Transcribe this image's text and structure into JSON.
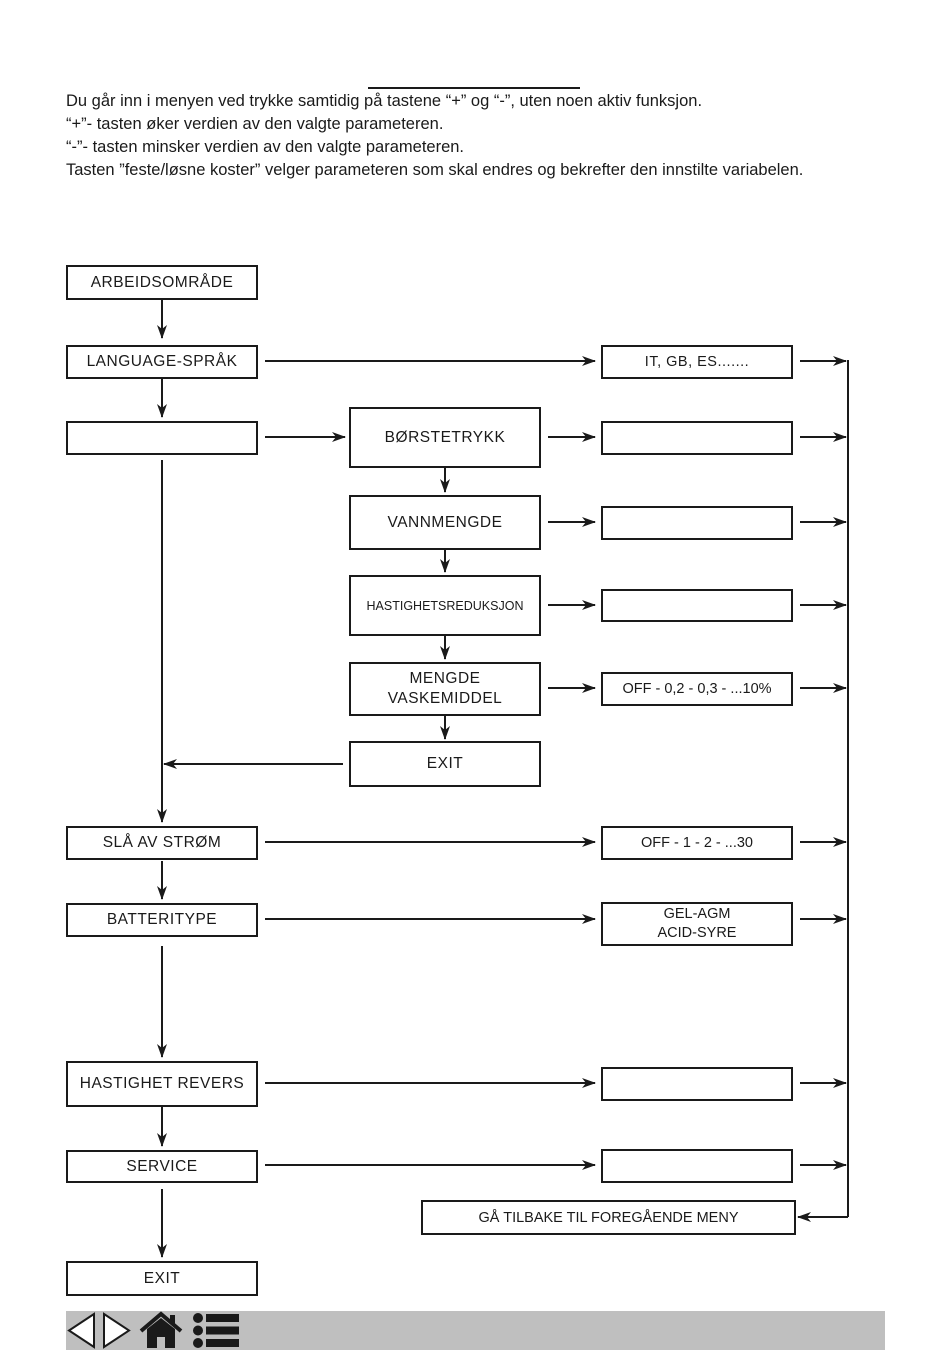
{
  "intro": {
    "lines": [
      "Du går inn i menyen ved trykke samtidig på tastene “+” og “-”, uten noen aktiv funksjon.",
      "“+”- tasten øker verdien av den valgte parameteren.",
      "“-”- tasten minsker verdien av den valgte parameteren.",
      "Tasten ”feste/løsne koster” velger parameteren som skal endres og bekrefter den innstilte variabelen."
    ]
  },
  "flow": {
    "main": {
      "arbeidsomrade": "ARBEIDSOMRÅDE",
      "language": "LANGUAGE-SPRÅK",
      "blank": "",
      "sla_av_strom": "SLÅ AV STRØM",
      "batteritype": "BATTERITYPE",
      "hastighet_revers": "HASTIGHET REVERS",
      "service": "SERVICE",
      "exit": "EXIT"
    },
    "sub": {
      "borstetrykk": "BØRSTETRYKK",
      "vannmengde": "VANNMENGDE",
      "hastighetsreduksjon": "HASTIGHETSREDUKSJON",
      "mengde_line1": "MENGDE",
      "mengde_line2": "VASKEMIDDEL",
      "exit": "EXIT"
    },
    "values": {
      "language": "IT, GB, ES.......",
      "borstetrykk": "",
      "vannmengde": "",
      "hastighetsreduksjon": "",
      "mengde": "OFF - 0,2 - 0,3 - ...10%",
      "sla_av_strom": "OFF - 1 - 2 - ...30",
      "batteri_line1": "GEL-AGM",
      "batteri_line2": "ACID-SYRE",
      "hastighet_revers": "",
      "service": ""
    },
    "back": "GÅ TILBAKE TIL FOREGÅENDE MENY"
  },
  "nav": {
    "icons": [
      "prev-page-icon",
      "next-page-icon",
      "home-icon",
      "menu-list-icon"
    ]
  }
}
